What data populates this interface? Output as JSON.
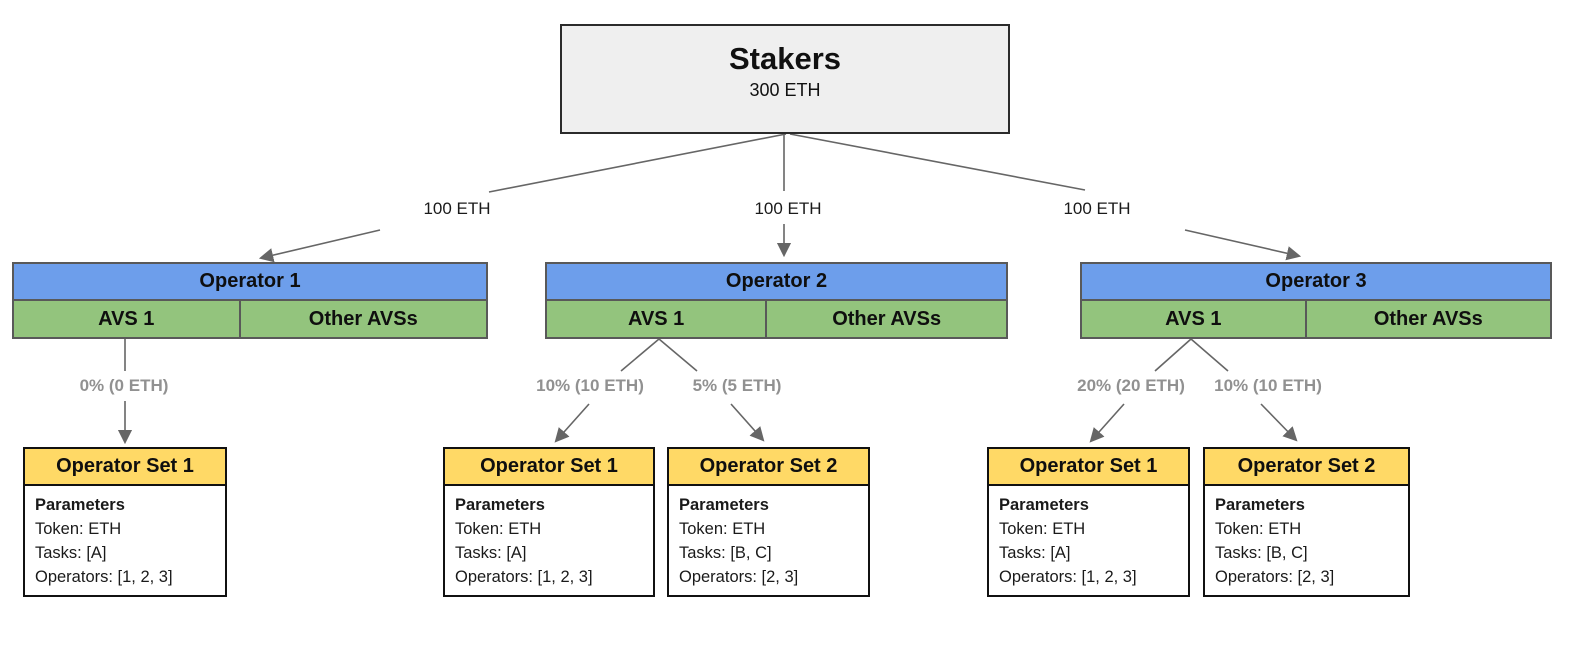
{
  "colors": {
    "operator_header_blue": "#6d9eeb",
    "avs_cell_green": "#93c47d",
    "operator_set_header_yellow": "#ffd966",
    "stakers_fill_gray": "#efefef",
    "connector_gray": "#666666",
    "allocation_label_gray": "#919191"
  },
  "stakers": {
    "title": "Stakers",
    "amount": "300 ETH"
  },
  "operators": [
    {
      "title": "Operator 1",
      "stake_label": "100 ETH",
      "avs_label": "AVS 1",
      "other_avs_label": "Other AVSs",
      "allocations": [
        {
          "label": "0% (0 ETH)",
          "operator_set": {
            "title": "Operator Set 1",
            "params_title": "Parameters",
            "token": "Token: ETH",
            "tasks": "Tasks: [A]",
            "operators": "Operators: [1, 2, 3]"
          }
        }
      ]
    },
    {
      "title": "Operator 2",
      "stake_label": "100 ETH",
      "avs_label": "AVS 1",
      "other_avs_label": "Other AVSs",
      "allocations": [
        {
          "label": "10% (10 ETH)",
          "operator_set": {
            "title": "Operator Set 1",
            "params_title": "Parameters",
            "token": "Token: ETH",
            "tasks": "Tasks: [A]",
            "operators": "Operators: [1, 2, 3]"
          }
        },
        {
          "label": "5% (5 ETH)",
          "operator_set": {
            "title": "Operator Set 2",
            "params_title": "Parameters",
            "token": "Token: ETH",
            "tasks": "Tasks: [B, C]",
            "operators": "Operators: [2, 3]"
          }
        }
      ]
    },
    {
      "title": "Operator 3",
      "stake_label": "100 ETH",
      "avs_label": "AVS 1",
      "other_avs_label": "Other AVSs",
      "allocations": [
        {
          "label": "20% (20 ETH)",
          "operator_set": {
            "title": "Operator Set 1",
            "params_title": "Parameters",
            "token": "Token: ETH",
            "tasks": "Tasks: [A]",
            "operators": "Operators: [1, 2, 3]"
          }
        },
        {
          "label": "10% (10 ETH)",
          "operator_set": {
            "title": "Operator Set 2",
            "params_title": "Parameters",
            "token": "Token: ETH",
            "tasks": "Tasks: [B, C]",
            "operators": "Operators: [2, 3]"
          }
        }
      ]
    }
  ]
}
